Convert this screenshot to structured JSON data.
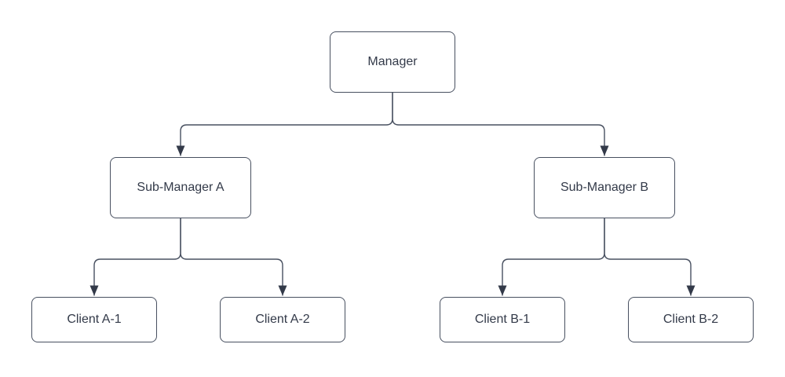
{
  "diagram": {
    "type": "org-chart",
    "nodes": [
      {
        "id": "manager",
        "label": "Manager",
        "level": 1
      },
      {
        "id": "sub-manager-a",
        "label": "Sub-Manager A",
        "level": 2
      },
      {
        "id": "sub-manager-b",
        "label": "Sub-Manager B",
        "level": 2
      },
      {
        "id": "client-a1",
        "label": "Client A-1",
        "level": 3
      },
      {
        "id": "client-a2",
        "label": "Client A-2",
        "level": 3
      },
      {
        "id": "client-b1",
        "label": "Client B-1",
        "level": 3
      },
      {
        "id": "client-b2",
        "label": "Client B-2",
        "level": 3
      }
    ],
    "edges": [
      {
        "from": "manager",
        "to": "sub-manager-a",
        "arrow": "filled-triangle"
      },
      {
        "from": "manager",
        "to": "sub-manager-b",
        "arrow": "filled-triangle"
      },
      {
        "from": "sub-manager-a",
        "to": "client-a1",
        "arrow": "filled-triangle"
      },
      {
        "from": "sub-manager-a",
        "to": "client-a2",
        "arrow": "filled-triangle"
      },
      {
        "from": "sub-manager-b",
        "to": "client-b1",
        "arrow": "filled-triangle"
      },
      {
        "from": "sub-manager-b",
        "to": "client-b2",
        "arrow": "filled-triangle"
      }
    ],
    "colors": {
      "background": "#ffffff",
      "node_fill": "#ffffff",
      "node_border": "#485060",
      "connector": "#485060",
      "arrowhead": "#333a49",
      "text": "#333a49"
    }
  }
}
